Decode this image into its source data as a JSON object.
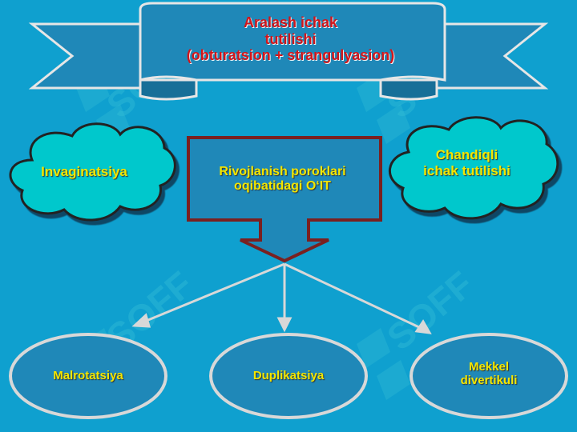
{
  "banner": {
    "line1": "Aralash ichak",
    "line2": "tutilishi",
    "line3": "(obturatsion + strangulyasion)"
  },
  "clouds": {
    "left": "Invaginatsiya",
    "right_line1": "Chandiqli",
    "right_line2": "ichak tutilishi"
  },
  "center_box": {
    "line1": "Rivojlanish poroklari",
    "line2": "oqibatidagi O‘IT"
  },
  "ovals": {
    "left": "Malrotatsiya",
    "middle": "Duplikatsiya",
    "right_line1": "Mekkel",
    "right_line2": "divertikuli"
  },
  "watermark": "SOFF",
  "colors": {
    "background": "#0fa0cf",
    "banner_ribbon": "#1f88b8",
    "cloud_fill": "#00c8cc",
    "box_border": "#7a2020",
    "label_yellow": "#f2e600",
    "title_red": "#d0161c"
  }
}
